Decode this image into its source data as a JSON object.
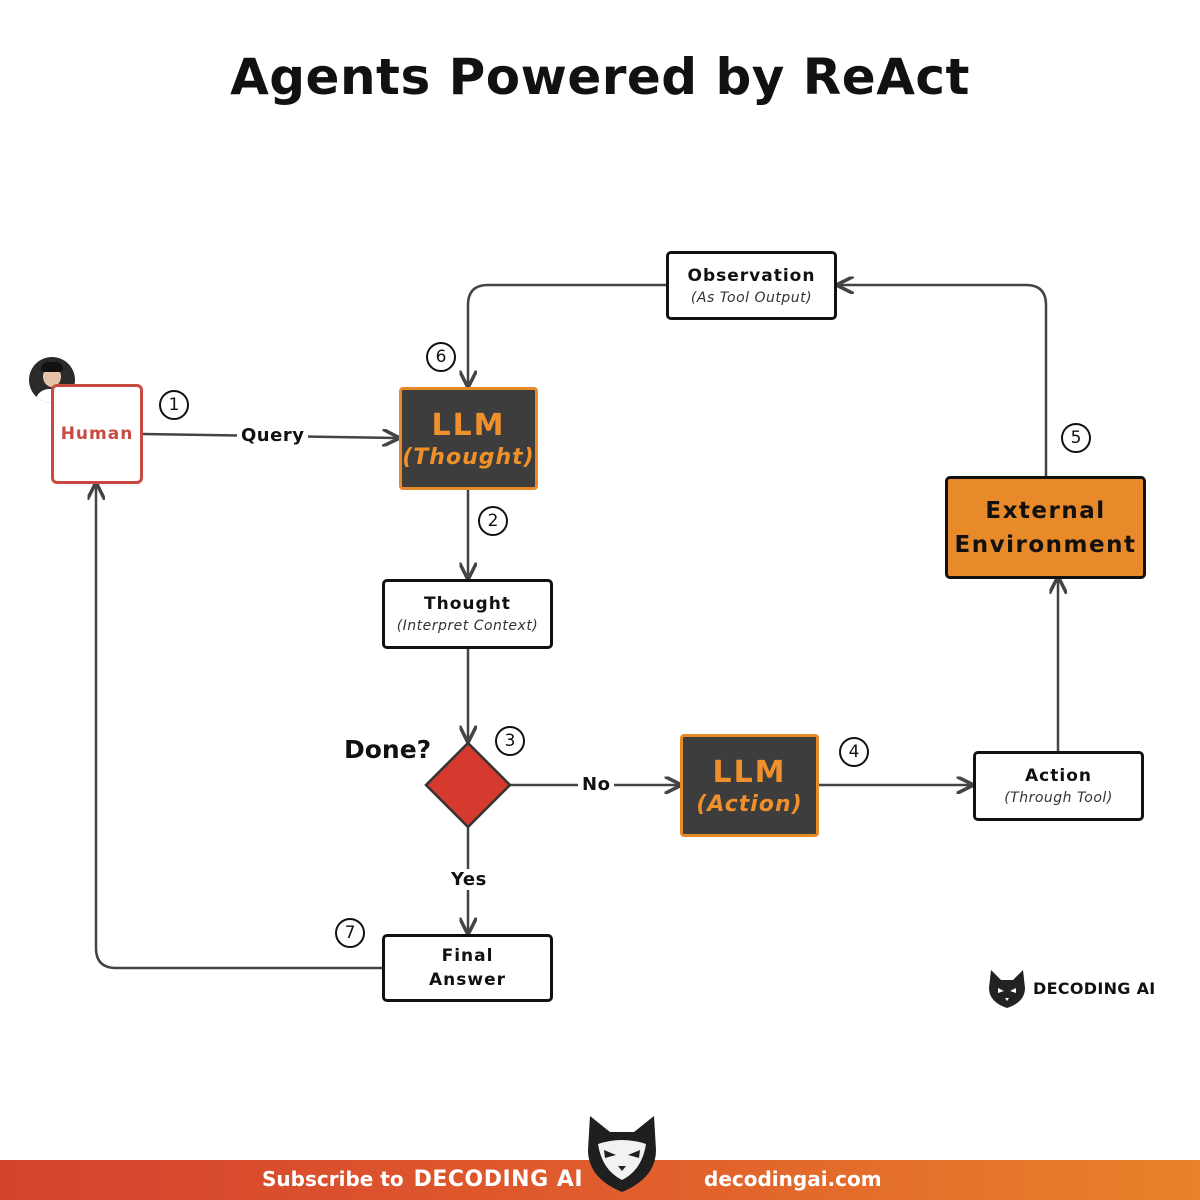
{
  "title": "Agents Powered by ReAct",
  "nodes": {
    "human": {
      "label": "Human"
    },
    "llm_thought": {
      "title": "LLM",
      "subtitle": "(Thought)"
    },
    "thought": {
      "title": "Thought",
      "subtitle": "(Interpret Context)"
    },
    "decision": {
      "label": "Done?"
    },
    "llm_action": {
      "title": "LLM",
      "subtitle": "(Action)"
    },
    "action": {
      "title": "Action",
      "subtitle": "(Through Tool)"
    },
    "external_env": {
      "line1": "External",
      "line2": "Environment"
    },
    "observation": {
      "title": "Observation",
      "subtitle": "(As Tool Output)"
    },
    "final_answer": {
      "line1": "Final",
      "line2": "Answer"
    }
  },
  "edge_labels": {
    "query": "Query",
    "no": "No",
    "yes": "Yes"
  },
  "steps": [
    "1",
    "2",
    "3",
    "4",
    "5",
    "6",
    "7"
  ],
  "brand": {
    "name": "DECODING AI"
  },
  "footer": {
    "subscribe": "Subscribe to",
    "brand": "DECODING AI",
    "url": "decodingai.com"
  },
  "colors": {
    "accent_orange": "#e8892a",
    "llm_bg": "#3d3d3d",
    "human_red": "#c94a40",
    "diamond_red": "#d63a2f"
  }
}
